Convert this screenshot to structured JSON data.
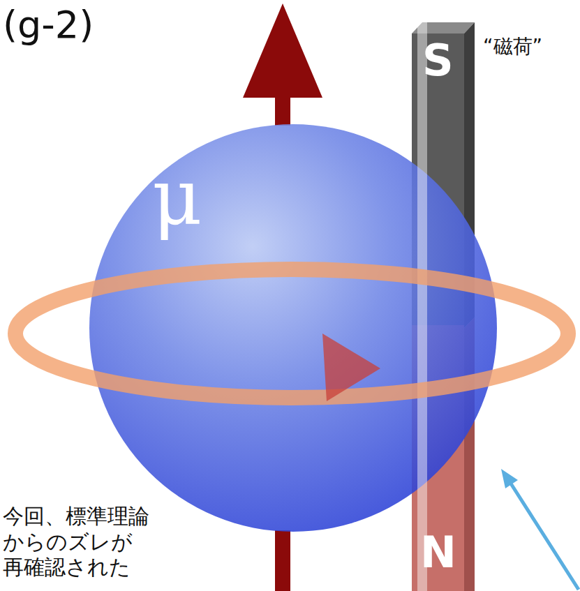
{
  "diagram": {
    "title": "(g-2)",
    "nodes": [
      {
        "text": [
          "μ"
        ]
      },
      {
        "text": [
          "S"
        ]
      },
      {
        "text": [
          "N"
        ]
      }
    ],
    "labels": [
      "“磁荷”",
      "今回、標準理論 からのズレが 再確認された"
    ]
  }
}
